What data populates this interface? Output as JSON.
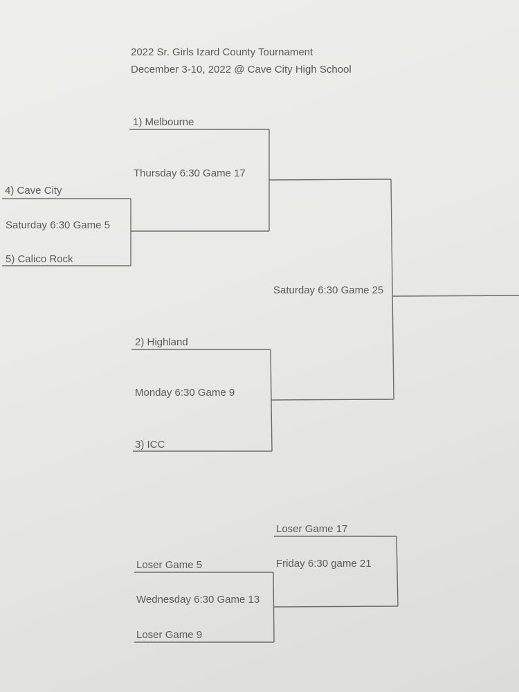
{
  "header": {
    "title": "2022 Sr. Girls Izard County Tournament",
    "subtitle": "December 3-10, 2022 @ Cave City High School"
  },
  "bracket": {
    "seed1": "1) Melbourne",
    "seed4": "4) Cave City",
    "seed5": "5) Calico Rock",
    "seed2": "2) Highland",
    "seed3": "3) ICC",
    "game5": "Saturday  6:30  Game 5",
    "game17": "Thursday 6:30  Game 17",
    "game9": "Monday 6:30  Game 9",
    "game25": "Saturday 6:30  Game 25"
  },
  "consolation": {
    "loser17": "Loser Game 17",
    "loser5": "Loser Game 5",
    "loser9": "Loser Game 9",
    "game13": "Wednesday 6:30 Game 13",
    "game21": "Friday 6:30 game 21"
  }
}
